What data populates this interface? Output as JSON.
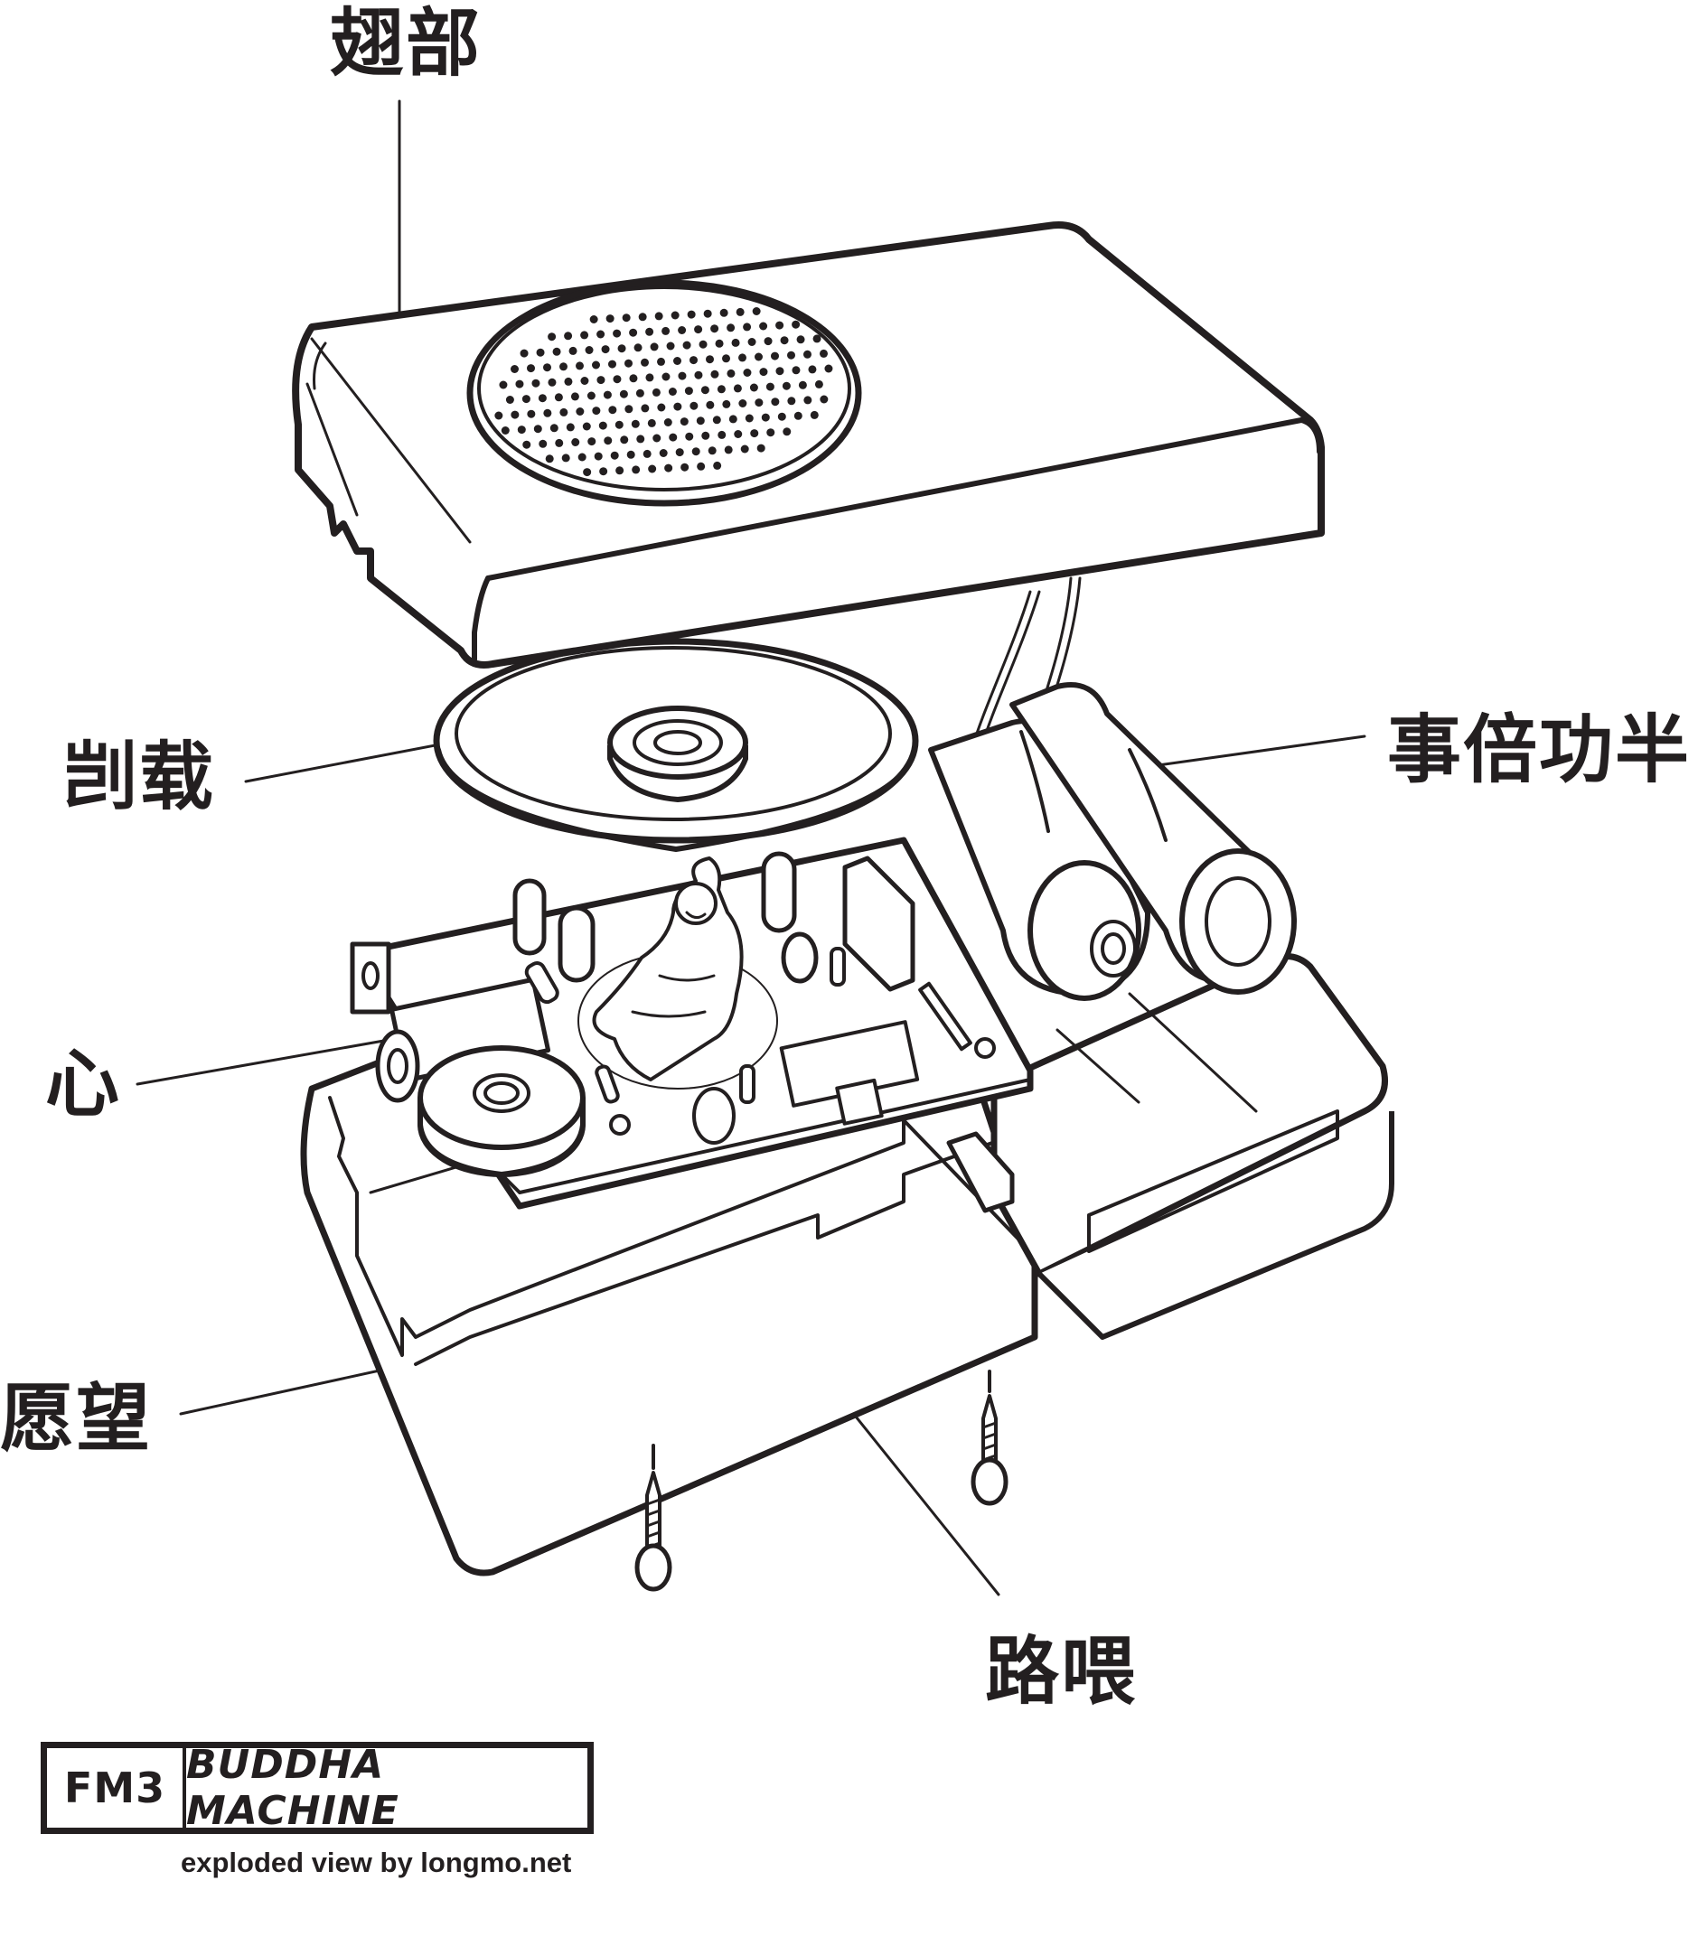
{
  "diagram": {
    "title": "Buddha Machine exploded view",
    "labels": {
      "top_cover": "翅部",
      "speaker": "剀载",
      "batteries": "事倍功半",
      "heart": "心",
      "bottom_case": "愿望",
      "circuit_board": "路喂"
    },
    "logo": {
      "brand": "FM3",
      "product": "BUDDHA MACHINE"
    },
    "credit": "exploded view by longmo.net",
    "colors": {
      "ink": "#231f20",
      "background": "#ffffff"
    }
  }
}
